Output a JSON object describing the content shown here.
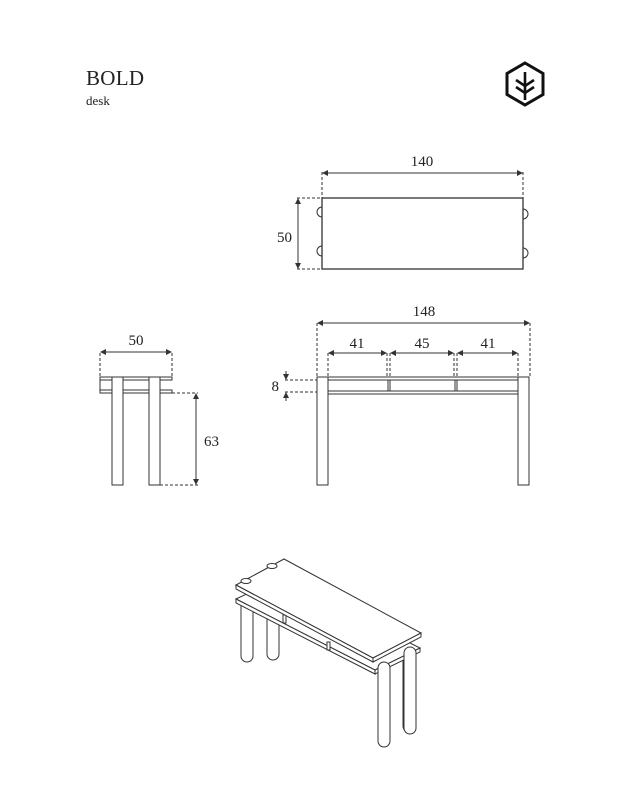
{
  "header": {
    "title": "BOLD",
    "subtitle": "desk"
  },
  "logo": {
    "icon": "hexagon-tree-icon"
  },
  "views": {
    "top": {
      "width_label": "140",
      "depth_label": "50"
    },
    "side": {
      "depth_label": "50",
      "height_label": "63"
    },
    "front": {
      "overall_width_label": "148",
      "section_left_label": "41",
      "section_middle_label": "45",
      "section_right_label": "41",
      "shelf_gap_label": "8"
    },
    "isometric": {
      "caption": ""
    }
  },
  "colors": {
    "line": "#333333",
    "dim_line": "#444444",
    "background": "#ffffff"
  }
}
